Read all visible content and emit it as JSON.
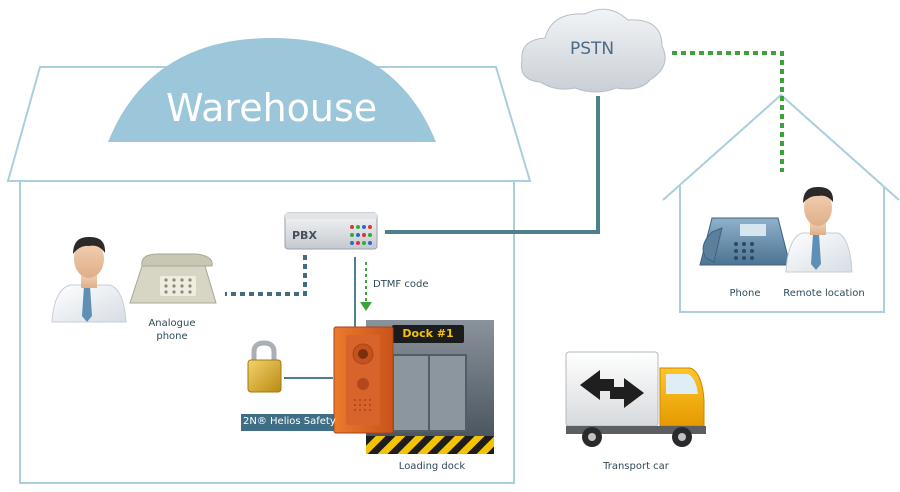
{
  "diagram": {
    "warehouse_title": "Warehouse",
    "cloud_label": "PSTN",
    "pbx_label": "PBX",
    "dtmf_label": "DTMF code",
    "analogue_phone_line1": "Analogue",
    "analogue_phone_line2": "phone",
    "helios_label": "2N® Helios Safety",
    "dock_sign": "Dock #1",
    "loading_dock_label": "Loading dock",
    "transport_label": "Transport car",
    "remote_phone_label": "Phone",
    "remote_location_label": "Remote location"
  },
  "colors": {
    "house_outline": "#a9cfdc",
    "roof_dome": "#9cc7da",
    "phone_line_dotted": "#3f6f7e",
    "pstn_line": "#4d7f8c",
    "green_dotted": "#3aa33a",
    "door_orange": "#e0661f",
    "truck_yellow": "#f2a900",
    "helios_badge": "#3f6f86"
  }
}
